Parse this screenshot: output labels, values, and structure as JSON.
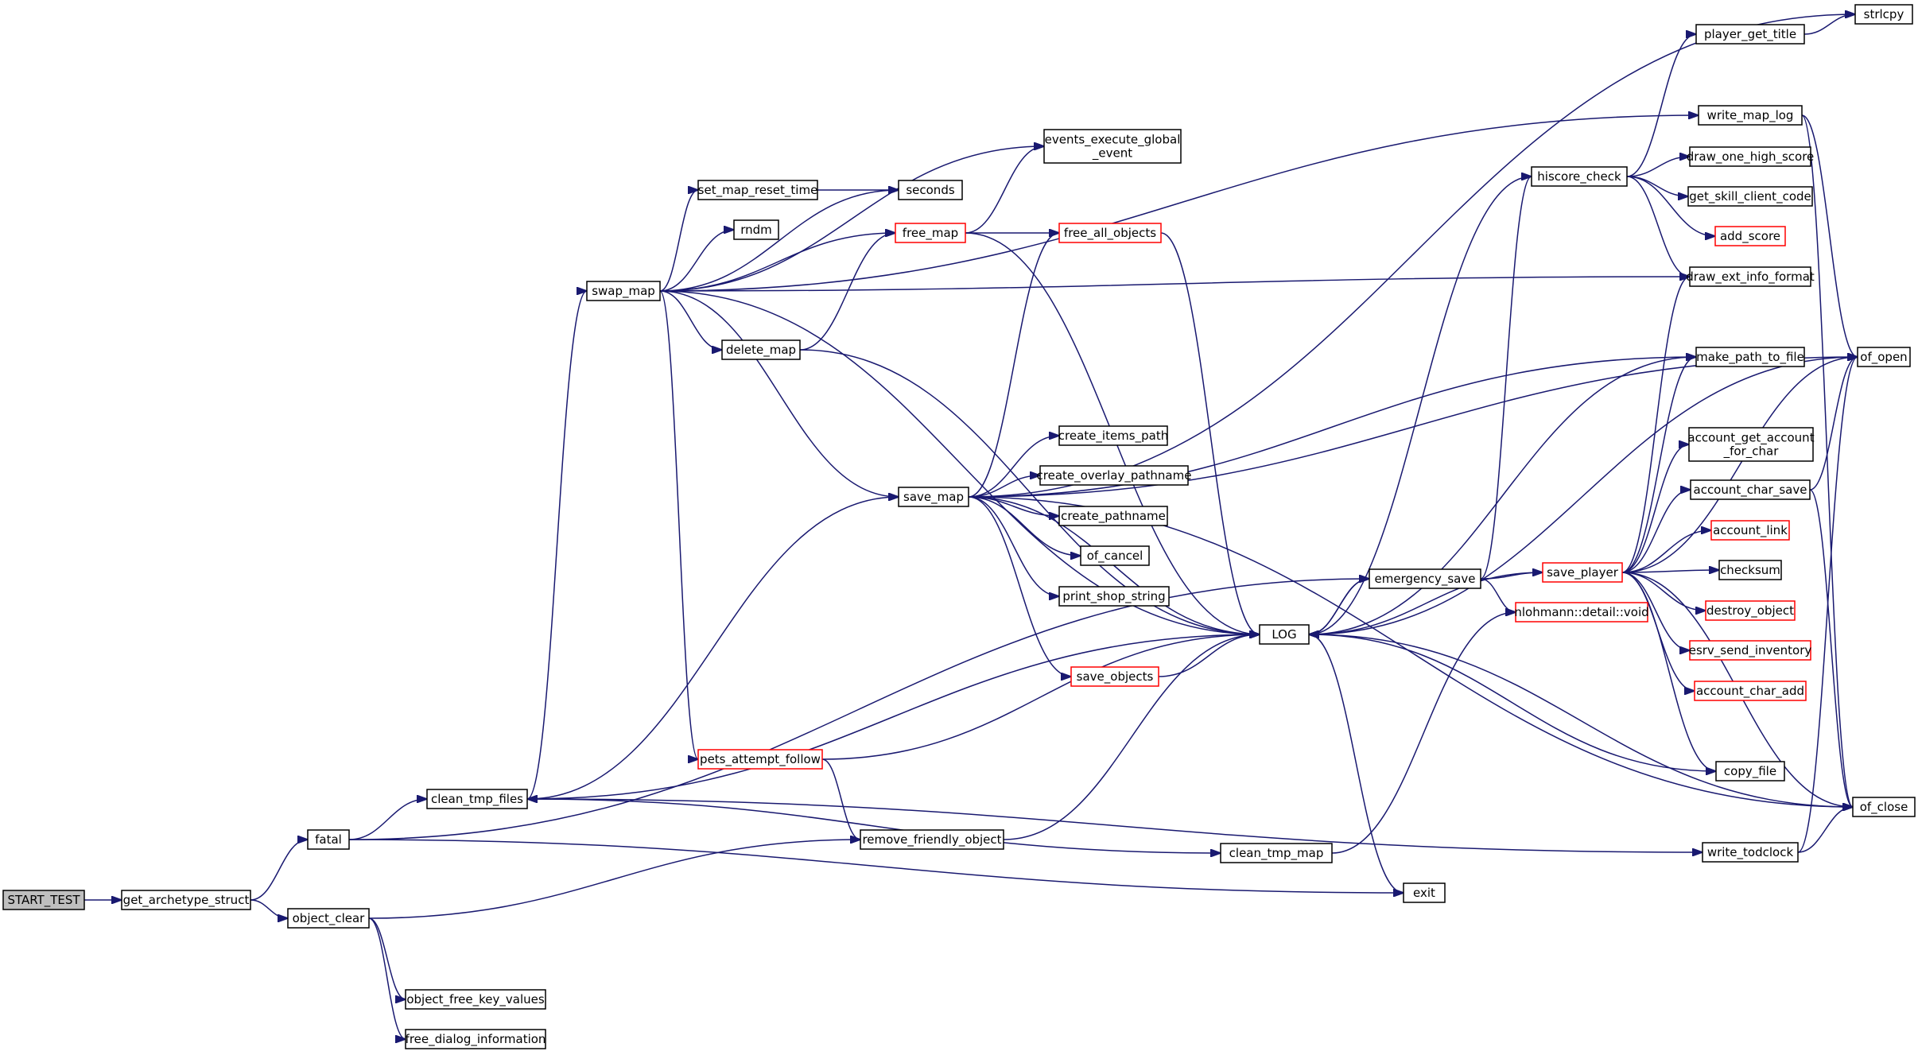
{
  "colors": {
    "edge": "#191970",
    "node_border": "#000000",
    "node_border_incomplete": "#ff0000",
    "node_fill": "#ffffff",
    "root_fill": "#bfbfbf"
  },
  "nodes": [
    {
      "id": "start_test",
      "label": [
        "START_TEST"
      ],
      "style": "root"
    },
    {
      "id": "get_archetype_struct",
      "label": [
        "get_archetype_struct"
      ],
      "style": "normal"
    },
    {
      "id": "fatal",
      "label": [
        "fatal"
      ],
      "style": "normal"
    },
    {
      "id": "object_clear",
      "label": [
        "object_clear"
      ],
      "style": "normal"
    },
    {
      "id": "clean_tmp_files",
      "label": [
        "clean_tmp_files"
      ],
      "style": "normal"
    },
    {
      "id": "object_free_key_values",
      "label": [
        "object_free_key_values"
      ],
      "style": "normal"
    },
    {
      "id": "free_dialog_information",
      "label": [
        "free_dialog_information"
      ],
      "style": "normal"
    },
    {
      "id": "swap_map",
      "label": [
        "swap_map"
      ],
      "style": "normal"
    },
    {
      "id": "set_map_reset_time",
      "label": [
        "set_map_reset_time"
      ],
      "style": "normal"
    },
    {
      "id": "rndm",
      "label": [
        "rndm"
      ],
      "style": "normal"
    },
    {
      "id": "delete_map",
      "label": [
        "delete_map"
      ],
      "style": "normal"
    },
    {
      "id": "save_map",
      "label": [
        "save_map"
      ],
      "style": "normal"
    },
    {
      "id": "pets_attempt_follow",
      "label": [
        "pets_attempt_follow"
      ],
      "style": "incomplete"
    },
    {
      "id": "remove_friendly_object",
      "label": [
        "remove_friendly_object"
      ],
      "style": "normal"
    },
    {
      "id": "seconds",
      "label": [
        "seconds"
      ],
      "style": "normal"
    },
    {
      "id": "events_execute_global_event",
      "label": [
        "events_execute_global",
        "_event"
      ],
      "style": "normal"
    },
    {
      "id": "free_map",
      "label": [
        "free_map"
      ],
      "style": "incomplete"
    },
    {
      "id": "free_all_objects",
      "label": [
        "free_all_objects"
      ],
      "style": "incomplete"
    },
    {
      "id": "create_items_path",
      "label": [
        "create_items_path"
      ],
      "style": "normal"
    },
    {
      "id": "create_overlay_pathname",
      "label": [
        "create_overlay_pathname"
      ],
      "style": "normal"
    },
    {
      "id": "create_pathname",
      "label": [
        "create_pathname"
      ],
      "style": "normal"
    },
    {
      "id": "of_cancel",
      "label": [
        "of_cancel"
      ],
      "style": "normal"
    },
    {
      "id": "print_shop_string",
      "label": [
        "print_shop_string"
      ],
      "style": "normal"
    },
    {
      "id": "save_objects",
      "label": [
        "save_objects"
      ],
      "style": "incomplete"
    },
    {
      "id": "log",
      "label": [
        "LOG"
      ],
      "style": "normal"
    },
    {
      "id": "clean_tmp_map",
      "label": [
        "clean_tmp_map"
      ],
      "style": "normal"
    },
    {
      "id": "exit",
      "label": [
        "exit"
      ],
      "style": "normal"
    },
    {
      "id": "emergency_save",
      "label": [
        "emergency_save"
      ],
      "style": "normal"
    },
    {
      "id": "nlohmann_detail_void",
      "label": [
        "nlohmann::detail::void"
      ],
      "style": "incomplete"
    },
    {
      "id": "hiscore_check",
      "label": [
        "hiscore_check"
      ],
      "style": "normal"
    },
    {
      "id": "save_player",
      "label": [
        "save_player"
      ],
      "style": "incomplete"
    },
    {
      "id": "player_get_title",
      "label": [
        "player_get_title"
      ],
      "style": "normal"
    },
    {
      "id": "write_map_log",
      "label": [
        "write_map_log"
      ],
      "style": "normal"
    },
    {
      "id": "draw_one_high_score",
      "label": [
        "draw_one_high_score"
      ],
      "style": "normal"
    },
    {
      "id": "get_skill_client_code",
      "label": [
        "get_skill_client_code"
      ],
      "style": "normal"
    },
    {
      "id": "add_score",
      "label": [
        "add_score"
      ],
      "style": "incomplete"
    },
    {
      "id": "draw_ext_info_format",
      "label": [
        "draw_ext_info_format"
      ],
      "style": "normal"
    },
    {
      "id": "make_path_to_file",
      "label": [
        "make_path_to_file"
      ],
      "style": "normal"
    },
    {
      "id": "account_get_account_for_char",
      "label": [
        "account_get_account",
        "_for_char"
      ],
      "style": "normal"
    },
    {
      "id": "account_char_save",
      "label": [
        "account_char_save"
      ],
      "style": "normal"
    },
    {
      "id": "account_link",
      "label": [
        "account_link"
      ],
      "style": "incomplete"
    },
    {
      "id": "checksum",
      "label": [
        "checksum"
      ],
      "style": "normal"
    },
    {
      "id": "destroy_object",
      "label": [
        "destroy_object"
      ],
      "style": "incomplete"
    },
    {
      "id": "esrv_send_inventory",
      "label": [
        "esrv_send_inventory"
      ],
      "style": "incomplete"
    },
    {
      "id": "account_char_add",
      "label": [
        "account_char_add"
      ],
      "style": "incomplete"
    },
    {
      "id": "copy_file",
      "label": [
        "copy_file"
      ],
      "style": "normal"
    },
    {
      "id": "write_todclock",
      "label": [
        "write_todclock"
      ],
      "style": "normal"
    },
    {
      "id": "strlcpy",
      "label": [
        "strlcpy"
      ],
      "style": "normal"
    },
    {
      "id": "of_open",
      "label": [
        "of_open"
      ],
      "style": "normal"
    },
    {
      "id": "of_close",
      "label": [
        "of_close"
      ],
      "style": "normal"
    }
  ],
  "edges": [
    [
      "start_test",
      "get_archetype_struct"
    ],
    [
      "get_archetype_struct",
      "fatal"
    ],
    [
      "get_archetype_struct",
      "object_clear"
    ],
    [
      "fatal",
      "clean_tmp_files"
    ],
    [
      "fatal",
      "emergency_save"
    ],
    [
      "fatal",
      "exit"
    ],
    [
      "clean_tmp_files",
      "swap_map"
    ],
    [
      "clean_tmp_files",
      "save_map"
    ],
    [
      "clean_tmp_files",
      "clean_tmp_map"
    ],
    [
      "clean_tmp_files",
      "write_todclock"
    ],
    [
      "object_clear",
      "object_free_key_values"
    ],
    [
      "object_clear",
      "free_dialog_information"
    ],
    [
      "object_clear",
      "remove_friendly_object"
    ],
    [
      "swap_map",
      "set_map_reset_time"
    ],
    [
      "swap_map",
      "rndm"
    ],
    [
      "swap_map",
      "seconds"
    ],
    [
      "swap_map",
      "events_execute_global_event"
    ],
    [
      "swap_map",
      "free_map"
    ],
    [
      "swap_map",
      "delete_map"
    ],
    [
      "swap_map",
      "save_map"
    ],
    [
      "swap_map",
      "pets_attempt_follow"
    ],
    [
      "swap_map",
      "log"
    ],
    [
      "swap_map",
      "draw_ext_info_format"
    ],
    [
      "swap_map",
      "write_map_log"
    ],
    [
      "set_map_reset_time",
      "seconds"
    ],
    [
      "delete_map",
      "free_map"
    ],
    [
      "delete_map",
      "log"
    ],
    [
      "free_map",
      "events_execute_global_event"
    ],
    [
      "free_map",
      "free_all_objects"
    ],
    [
      "free_map",
      "log"
    ],
    [
      "free_all_objects",
      "log"
    ],
    [
      "save_map",
      "free_all_objects"
    ],
    [
      "save_map",
      "create_items_path"
    ],
    [
      "save_map",
      "create_overlay_pathname"
    ],
    [
      "save_map",
      "create_pathname"
    ],
    [
      "save_map",
      "of_cancel"
    ],
    [
      "save_map",
      "print_shop_string"
    ],
    [
      "save_map",
      "save_objects"
    ],
    [
      "save_map",
      "log"
    ],
    [
      "save_map",
      "make_path_to_file"
    ],
    [
      "save_map",
      "of_open"
    ],
    [
      "save_map",
      "strlcpy"
    ],
    [
      "save_map",
      "of_close"
    ],
    [
      "save_objects",
      "log"
    ],
    [
      "pets_attempt_follow",
      "remove_friendly_object"
    ],
    [
      "pets_attempt_follow",
      "log"
    ],
    [
      "remove_friendly_object",
      "log"
    ],
    [
      "clean_tmp_map",
      "nlohmann_detail_void"
    ],
    [
      "log",
      "clean_tmp_files"
    ],
    [
      "log",
      "emergency_save"
    ],
    [
      "log",
      "exit"
    ],
    [
      "emergency_save",
      "log"
    ],
    [
      "emergency_save",
      "hiscore_check"
    ],
    [
      "emergency_save",
      "save_player"
    ],
    [
      "emergency_save",
      "nlohmann_detail_void"
    ],
    [
      "hiscore_check",
      "player_get_title"
    ],
    [
      "hiscore_check",
      "draw_one_high_score"
    ],
    [
      "hiscore_check",
      "get_skill_client_code"
    ],
    [
      "hiscore_check",
      "add_score"
    ],
    [
      "hiscore_check",
      "draw_ext_info_format"
    ],
    [
      "hiscore_check",
      "log"
    ],
    [
      "player_get_title",
      "strlcpy"
    ],
    [
      "write_map_log",
      "of_open"
    ],
    [
      "write_map_log",
      "of_close"
    ],
    [
      "save_player",
      "log"
    ],
    [
      "save_player",
      "draw_ext_info_format"
    ],
    [
      "save_player",
      "make_path_to_file"
    ],
    [
      "save_player",
      "account_get_account_for_char"
    ],
    [
      "save_player",
      "account_char_save"
    ],
    [
      "save_player",
      "account_link"
    ],
    [
      "save_player",
      "checksum"
    ],
    [
      "save_player",
      "destroy_object"
    ],
    [
      "save_player",
      "esrv_send_inventory"
    ],
    [
      "save_player",
      "account_char_add"
    ],
    [
      "save_player",
      "copy_file"
    ],
    [
      "save_player",
      "of_open"
    ],
    [
      "save_player",
      "of_close"
    ],
    [
      "make_path_to_file",
      "log"
    ],
    [
      "account_char_save",
      "of_open"
    ],
    [
      "account_char_save",
      "of_close"
    ],
    [
      "copy_file",
      "log"
    ],
    [
      "write_todclock",
      "of_open"
    ],
    [
      "write_todclock",
      "of_close"
    ],
    [
      "of_open",
      "log"
    ],
    [
      "of_close",
      "log"
    ]
  ]
}
